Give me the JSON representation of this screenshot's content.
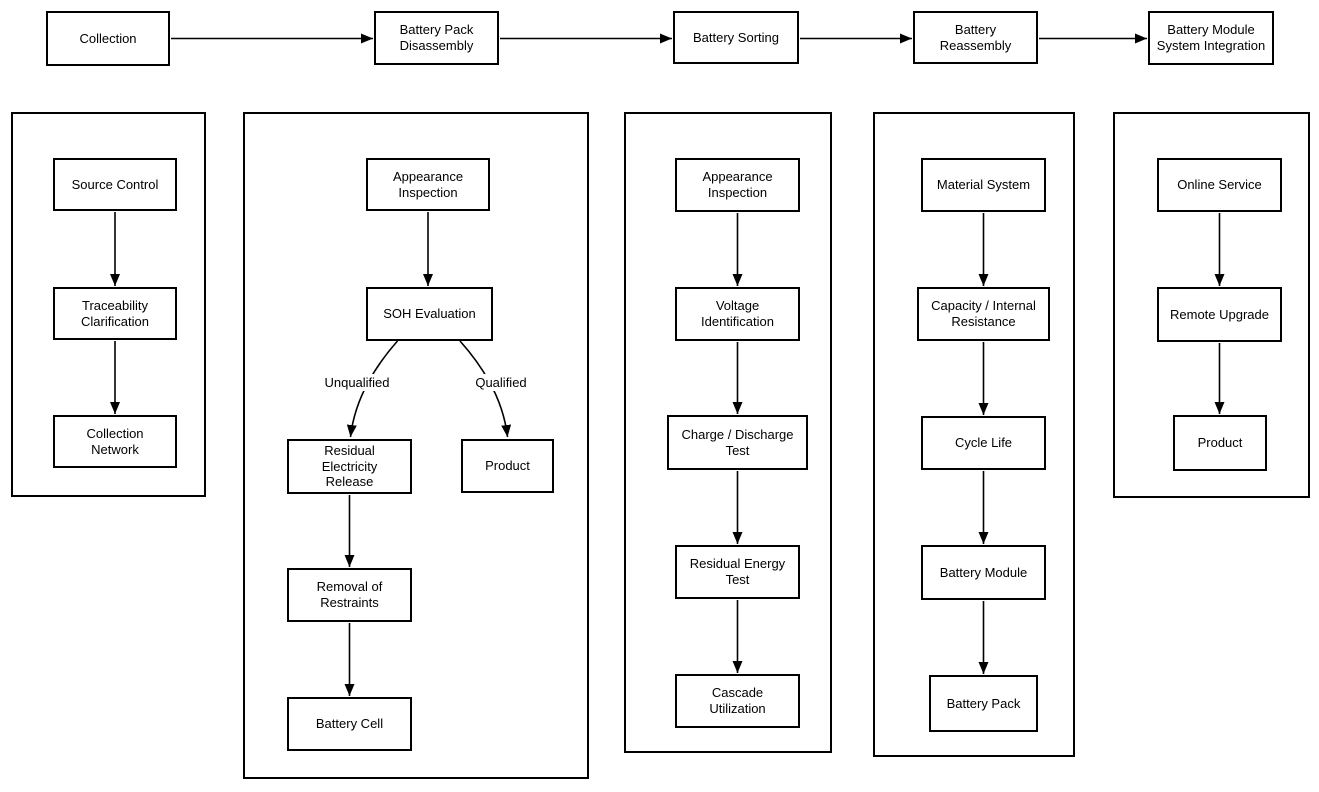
{
  "top_flow": {
    "nodes": [
      {
        "id": "collection",
        "label": "Collection"
      },
      {
        "id": "battery-pack-disassembly",
        "label": "Battery Pack Disassembly"
      },
      {
        "id": "battery-sorting",
        "label": "Battery Sorting"
      },
      {
        "id": "battery-reassembly",
        "label": "Battery Reassembly"
      },
      {
        "id": "battery-module-system-integration",
        "label": "Battery Module System Integration"
      }
    ]
  },
  "columns": [
    {
      "name": "collection",
      "nodes": [
        {
          "id": "source-control",
          "label": "Source Control"
        },
        {
          "id": "traceability-clarification",
          "label": "Traceability Clarification"
        },
        {
          "id": "collection-network",
          "label": "Collection Network"
        }
      ]
    },
    {
      "name": "battery-pack-disassembly",
      "nodes": [
        {
          "id": "appearance-inspection",
          "label": "Appearance Inspection"
        },
        {
          "id": "soh-evaluation",
          "label": "SOH Evaluation"
        },
        {
          "id": "residual-electricity-release",
          "label": "Residual Electricity Release"
        },
        {
          "id": "product",
          "label": "Product"
        },
        {
          "id": "removal-of-restraints",
          "label": "Removal of Restraints"
        },
        {
          "id": "battery-cell",
          "label": "Battery Cell"
        }
      ],
      "branch_labels": {
        "unqualified": "Unqualified",
        "qualified": "Qualified"
      }
    },
    {
      "name": "battery-sorting",
      "nodes": [
        {
          "id": "appearance-inspection",
          "label": "Appearance Inspection"
        },
        {
          "id": "voltage-identification",
          "label": "Voltage Identification"
        },
        {
          "id": "charge-discharge-test",
          "label": "Charge / Discharge Test"
        },
        {
          "id": "residual-energy-test",
          "label": "Residual Energy Test"
        },
        {
          "id": "cascade-utilization",
          "label": "Cascade Utilization"
        }
      ]
    },
    {
      "name": "battery-reassembly",
      "nodes": [
        {
          "id": "material-system",
          "label": "Material System"
        },
        {
          "id": "capacity-internal-resistance",
          "label": "Capacity / Internal Resistance"
        },
        {
          "id": "cycle-life",
          "label": "Cycle Life"
        },
        {
          "id": "battery-module",
          "label": "Battery Module"
        },
        {
          "id": "battery-pack",
          "label": "Battery Pack"
        }
      ]
    },
    {
      "name": "battery-module-system-integration",
      "nodes": [
        {
          "id": "online-service",
          "label": "Online Service"
        },
        {
          "id": "remote-upgrade",
          "label": "Remote Upgrade"
        },
        {
          "id": "product",
          "label": "Product"
        }
      ]
    }
  ],
  "colors": {
    "line": "#000000",
    "box_border": "#000000",
    "text": "#000000",
    "background": "#ffffff"
  }
}
